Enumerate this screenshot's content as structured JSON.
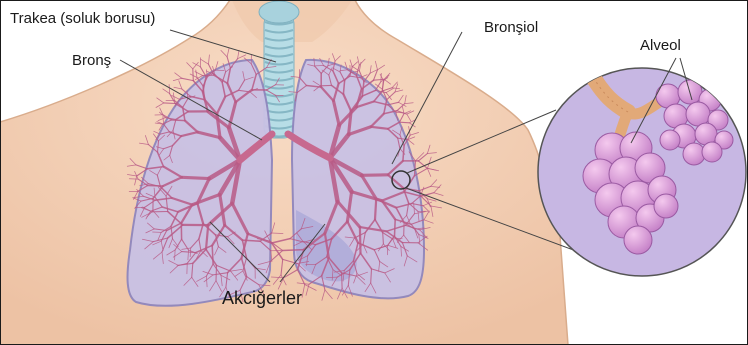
{
  "labels": {
    "trachea": "Trakea (soluk borusu)",
    "bronchus": "Bronş",
    "bronchiole": "Bronşiol",
    "alveolus": "Alveol",
    "lungs": "Akciğerler"
  },
  "colors": {
    "background": "#ffffff",
    "frame": "#1a1a1a",
    "skin": "#f3d1b7",
    "skin_outline": "#d9ac8c",
    "lung_fill": "#c9c1e4",
    "lung_outline": "#8f86bd",
    "bronchial_tree": "#b85a86",
    "trachea": "#b7dde6",
    "inset_fill": "#c7b7e3",
    "alveolus_fill": "#d8a2d6",
    "leader_line": "#444444"
  }
}
